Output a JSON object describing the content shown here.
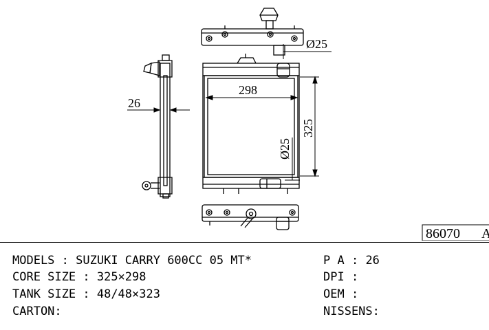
{
  "drawing": {
    "dimensions": {
      "tank_width": "26",
      "core_width": "298",
      "core_height": "325",
      "outlet_dia_top": "Ø25",
      "outlet_dia_side": "Ø25"
    },
    "part_number": "86070",
    "part_number_suffix": "A"
  },
  "specs": {
    "left": [
      {
        "label": "MODELS",
        "value": "SUZUKI CARRY 600CC 05 MT*"
      },
      {
        "label": "CORE SIZE",
        "value": "325×298"
      },
      {
        "label": "TANK SIZE",
        "value": "48/48×323"
      },
      {
        "label": "CARTON",
        "value": ""
      }
    ],
    "right": [
      {
        "label": "P A",
        "value": "26"
      },
      {
        "label": "DPI",
        "value": ""
      },
      {
        "label": "OEM",
        "value": ""
      },
      {
        "label": "NISSENS",
        "value": ""
      }
    ]
  }
}
